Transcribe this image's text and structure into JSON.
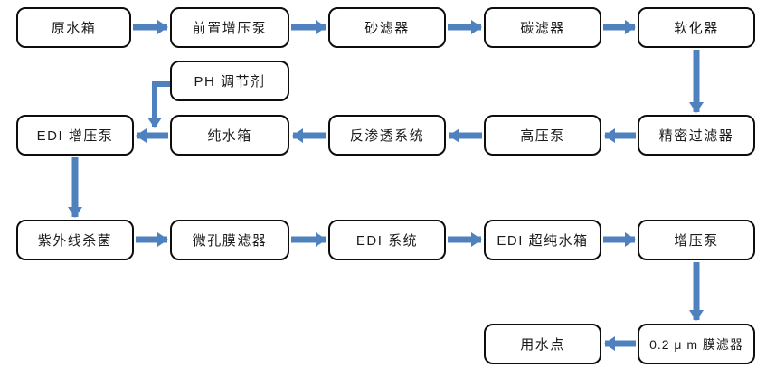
{
  "diagram": {
    "type": "flowchart",
    "description_visible_text_only": true,
    "colors": {
      "arrow": "#4e81bd",
      "box_border": "#0d0d0d",
      "box_fill": "#ffffff",
      "background": "#ffffff",
      "text": "#1a1a1a"
    },
    "nodes": [
      {
        "id": "raw-water-tank",
        "label": "原水箱"
      },
      {
        "id": "pre-booster-pump",
        "label": "前置增压泵"
      },
      {
        "id": "sand-filter",
        "label": "砂滤器"
      },
      {
        "id": "carbon-filter",
        "label": "碳滤器"
      },
      {
        "id": "softener",
        "label": "软化器"
      },
      {
        "id": "ph-adjuster",
        "label": "PH 调节剂"
      },
      {
        "id": "edi-booster-pump",
        "label": "EDI 增压泵"
      },
      {
        "id": "pure-water-tank",
        "label": "纯水箱"
      },
      {
        "id": "ro-system",
        "label": "反渗透系统"
      },
      {
        "id": "high-pressure-pump",
        "label": "高压泵"
      },
      {
        "id": "precision-filter",
        "label": "精密过滤器"
      },
      {
        "id": "uv-sterilizer",
        "label": "紫外线杀菌"
      },
      {
        "id": "micropore-membrane-filter",
        "label": "微孔膜滤器"
      },
      {
        "id": "edi-system",
        "label": "EDI 系统"
      },
      {
        "id": "edi-ultrapure-water-tank",
        "label": "EDI 超纯水箱"
      },
      {
        "id": "booster-pump",
        "label": "增压泵"
      },
      {
        "id": "point-of-use",
        "label": "用水点"
      },
      {
        "id": "membrane-filter-0-2um",
        "label": "0.2 μ m 膜滤器"
      }
    ],
    "edges": [
      {
        "from": "raw-water-tank",
        "to": "pre-booster-pump"
      },
      {
        "from": "pre-booster-pump",
        "to": "sand-filter"
      },
      {
        "from": "sand-filter",
        "to": "carbon-filter"
      },
      {
        "from": "carbon-filter",
        "to": "softener"
      },
      {
        "from": "softener",
        "to": "precision-filter"
      },
      {
        "from": "precision-filter",
        "to": "high-pressure-pump"
      },
      {
        "from": "high-pressure-pump",
        "to": "ro-system"
      },
      {
        "from": "ro-system",
        "to": "pure-water-tank"
      },
      {
        "from": "pure-water-tank",
        "to": "edi-booster-pump"
      },
      {
        "from": "ph-adjuster",
        "to": "pure-water-tank"
      },
      {
        "from": "edi-booster-pump",
        "to": "uv-sterilizer"
      },
      {
        "from": "uv-sterilizer",
        "to": "micropore-membrane-filter"
      },
      {
        "from": "micropore-membrane-filter",
        "to": "edi-system"
      },
      {
        "from": "edi-system",
        "to": "edi-ultrapure-water-tank"
      },
      {
        "from": "edi-ultrapure-water-tank",
        "to": "booster-pump"
      },
      {
        "from": "booster-pump",
        "to": "membrane-filter-0-2um"
      },
      {
        "from": "membrane-filter-0-2um",
        "to": "point-of-use"
      }
    ]
  }
}
